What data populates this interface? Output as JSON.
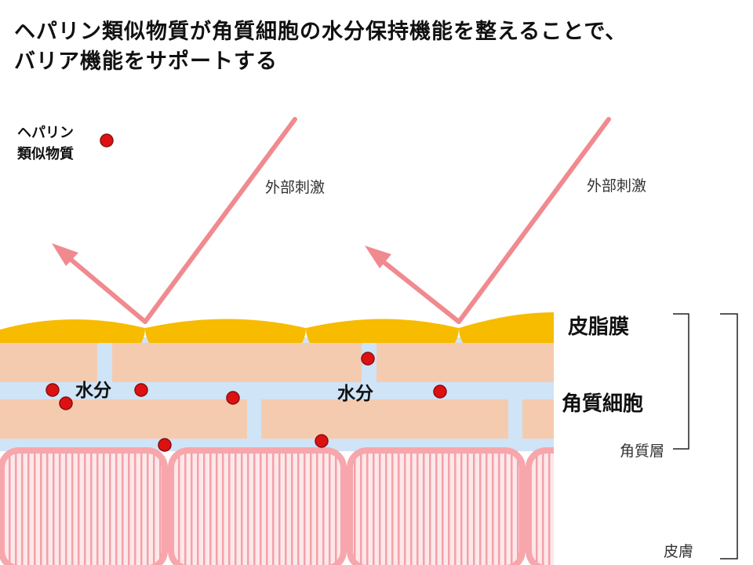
{
  "title": {
    "line1": "ヘパリン類似物質が角質細胞の水分保持機能を整えることで、",
    "line2": "バリア機能をサポートする"
  },
  "legend": {
    "label_line1": "ヘパリン",
    "label_line2": "類似物質",
    "marker_color": "#dd1111"
  },
  "labels": {
    "external_stimulus_1": "外部刺激",
    "external_stimulus_2": "外部刺激",
    "water_1": "水分",
    "water_2": "水分",
    "sebum_film": "皮脂膜",
    "corneocyte": "角質細胞",
    "stratum_corneum": "角質層",
    "skin": "皮膚"
  },
  "colors": {
    "sebum": "#f7bb00",
    "corneocyte": "#f5cbb0",
    "water_gap": "#cfe4f6",
    "stimulus_arrow": "#f08a8f",
    "lower_cells": "#f7a6ac",
    "lower_cells_fill": "#fde8ea",
    "heparinoid": "#dd1111"
  }
}
